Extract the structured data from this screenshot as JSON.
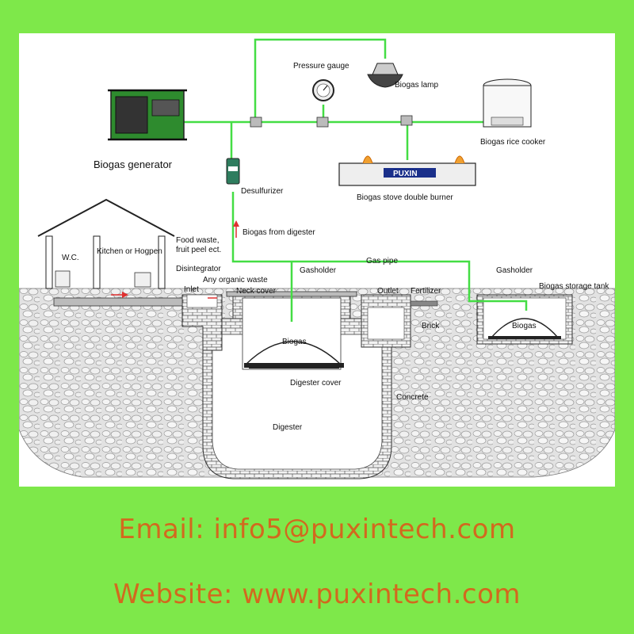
{
  "diagram": {
    "labels": {
      "pressure_gauge": "Pressure gauge",
      "biogas_lamp": "Biogas lamp",
      "biogas_rice_cooker": "Biogas rice cooker",
      "biogas_generator": "Biogas generator",
      "desulfurizer": "Desulfurizer",
      "biogas_stove": "Biogas stove double burner",
      "stove_brand": "PUXIN",
      "biogas_from_digester": "Biogas from digester",
      "wc": "W.C.",
      "kitchen": "Kitchen or Hogpen",
      "food_waste_1": "Food waste,",
      "food_waste_2": "fruit peel ect.",
      "disintegrator": "Disintegrator",
      "inlet": "Inlet",
      "any_organic_waste": "Any organic waste",
      "neck_cover": "Neck cover",
      "gasholder_main": "Gasholder",
      "gas_pipe": "Gas pipe",
      "outlet": "Outlet",
      "fertilizer": "Fertilizer",
      "gasholder_tank": "Gasholder",
      "storage_tank": "Biogas  storage tank",
      "brick": "Brick",
      "biogas_main": "Biogas",
      "biogas_tank": "Biogas",
      "digester_cover": "Digester cover",
      "concrete": "Concrete",
      "digester": "Digester"
    },
    "colors": {
      "pipe": "#44dd44",
      "arrow": "#e03030",
      "soil": "#d8d8d8",
      "frame": "#7ee84a"
    }
  },
  "contact": {
    "email": "Email: info5@puxintech.com",
    "website": "Website: www.puxintech.com"
  }
}
